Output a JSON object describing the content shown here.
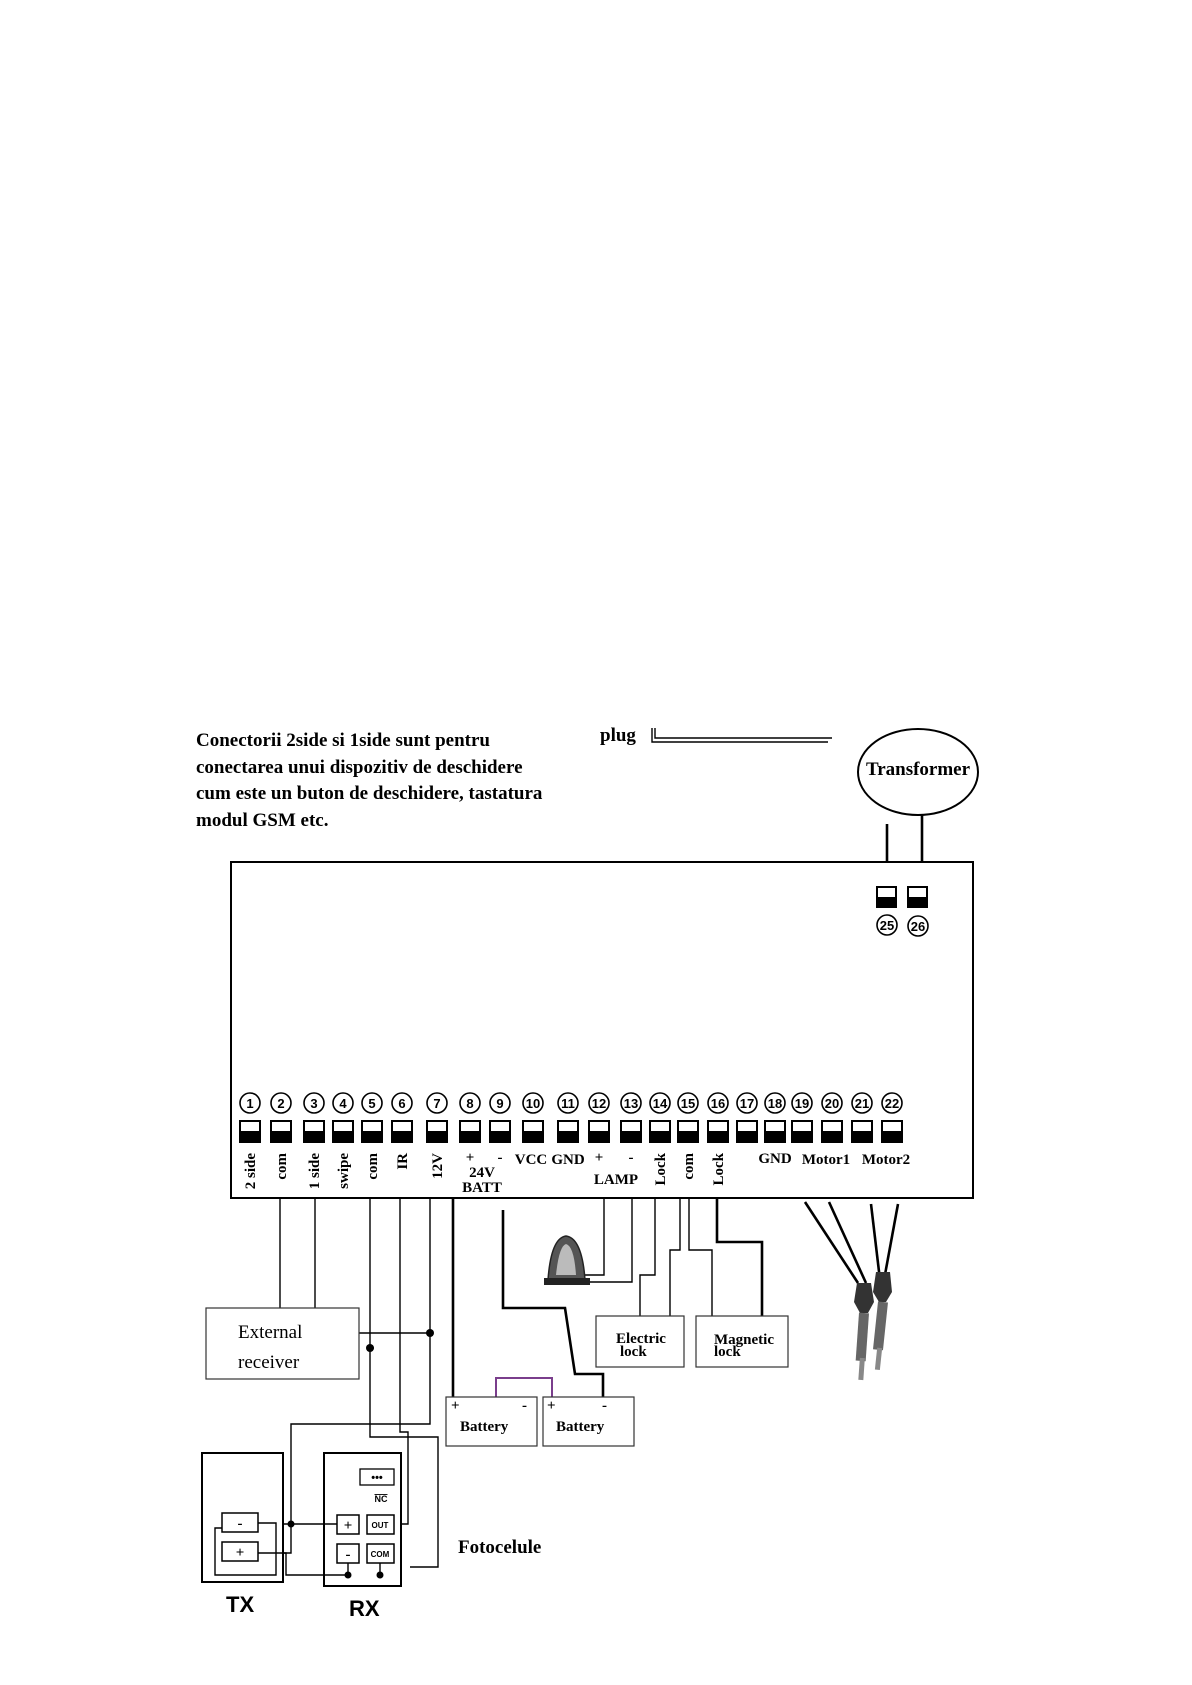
{
  "note": {
    "lines": [
      "Conectorii 2side si 1side sunt pentru",
      "conectarea unui dispozitiv de deschidere",
      "cum este un buton de deschidere, tastatura",
      "modul GSM etc."
    ]
  },
  "plug_label": "plug",
  "transformer_label": "Transformer",
  "terminals": [
    {
      "num": "1",
      "label": "2 side"
    },
    {
      "num": "2",
      "label": "com"
    },
    {
      "num": "3",
      "label": "1 side"
    },
    {
      "num": "4",
      "label": "swipe"
    },
    {
      "num": "5",
      "label": "com"
    },
    {
      "num": "6",
      "label": "IR"
    },
    {
      "num": "7",
      "label": "12V"
    },
    {
      "num": "8",
      "label": "+"
    },
    {
      "num": "9",
      "label": "-"
    },
    {
      "num": "10",
      "label": "VCC"
    },
    {
      "num": "11",
      "label": "GND"
    },
    {
      "num": "12",
      "label": "+"
    },
    {
      "num": "13",
      "label": "-"
    },
    {
      "num": "14",
      "label": "Lock"
    },
    {
      "num": "15",
      "label": "com"
    },
    {
      "num": "16",
      "label": "Lock"
    },
    {
      "num": "17",
      "label": ""
    },
    {
      "num": "18",
      "label": "GND"
    },
    {
      "num": "19",
      "label": ""
    },
    {
      "num": "20",
      "label": "Motor1"
    },
    {
      "num": "21",
      "label": ""
    },
    {
      "num": "22",
      "label": "Motor2"
    }
  ],
  "top_terminals": [
    "25",
    "26"
  ],
  "group_labels": {
    "batt_voltage": "24V",
    "batt": "BATT",
    "lamp": "LAMP"
  },
  "devices": {
    "external_receiver": [
      "External",
      "receiver"
    ],
    "electric_lock": [
      "Electric",
      "lock"
    ],
    "magnetic_lock": [
      "Magnetic",
      "lock"
    ],
    "battery_1": {
      "label": "Battery",
      "plus": "+",
      "minus": "-"
    },
    "battery_2": {
      "label": "Battery",
      "plus": "+",
      "minus": "-"
    }
  },
  "photocell": {
    "title": "Fotocelule",
    "tx_label": "TX",
    "rx_label": "RX",
    "tx_minus": "-",
    "tx_plus": "+",
    "rx_plus": "+",
    "rx_minus": "-",
    "rx_out": "OUT",
    "rx_com": "COM",
    "rx_nc": "NC"
  },
  "colors": {
    "line": "#000000",
    "battery_link": "#7a3e8c"
  }
}
